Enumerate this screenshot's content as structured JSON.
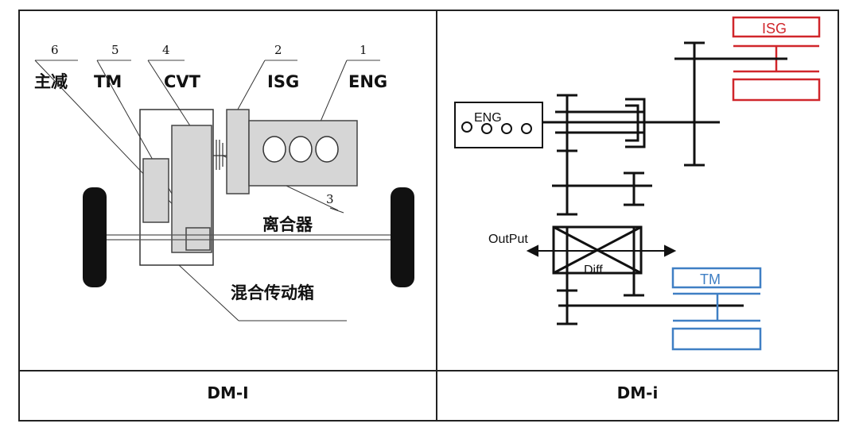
{
  "left_panel": {
    "part_numbers": [
      "6",
      "5",
      "4",
      "2",
      "1",
      "3"
    ],
    "labels": {
      "final_drive": "主减",
      "tm": "TM",
      "cvt": "CVT",
      "isg": "ISG",
      "eng": "ENG",
      "clutch": "离合器",
      "hybrid_transmission": "混合传动箱"
    },
    "caption": "DM-I"
  },
  "right_panel": {
    "labels": {
      "isg": "ISG",
      "eng": "ENG",
      "output": "OutPut",
      "diff": "Diff",
      "tm": "TM"
    },
    "caption": "DM-i"
  },
  "colors": {
    "isg": "#d0262b",
    "tm": "#3f7fc4",
    "line": "#111111",
    "part_box": "#d6d6d6"
  }
}
